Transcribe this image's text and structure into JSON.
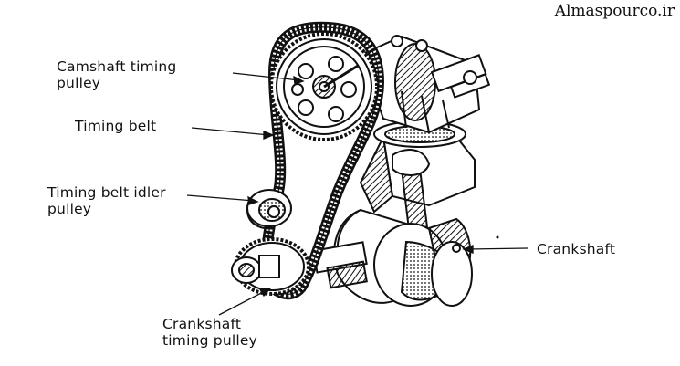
{
  "watermark": "Almaspourco.ir",
  "labels": {
    "camshaft_pulley": [
      "Camshaft timing",
      "pulley"
    ],
    "timing_belt": "Timing belt",
    "idler_pulley": [
      "Timing belt idler",
      "pulley"
    ],
    "crankshaft": "Crankshaft",
    "crankshaft_pulley": [
      "Crankshaft",
      "timing pulley"
    ]
  },
  "colors": {
    "ink": "#111111",
    "paper": "#ffffff"
  }
}
